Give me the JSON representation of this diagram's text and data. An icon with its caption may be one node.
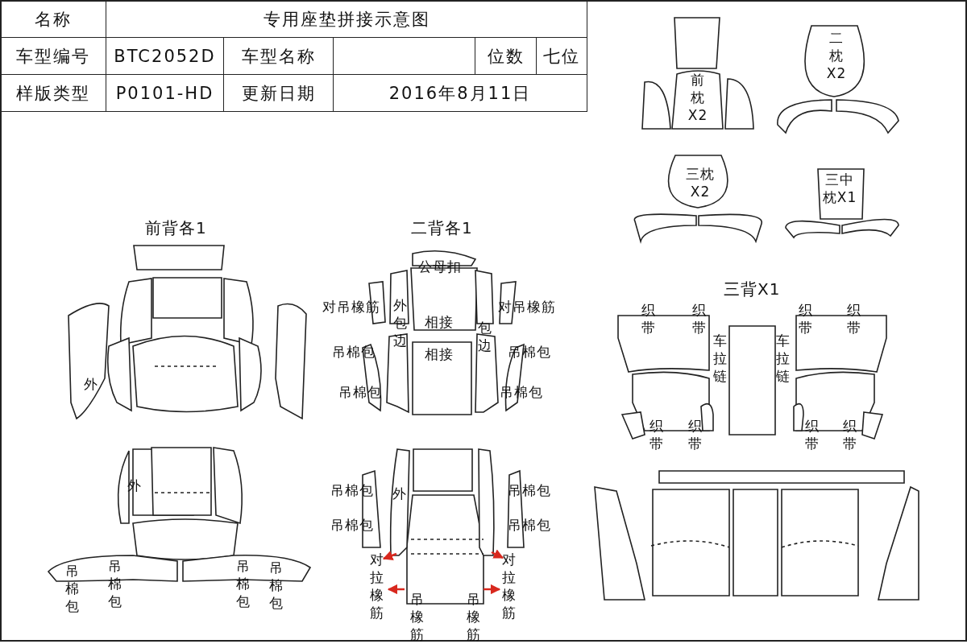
{
  "diagram": {
    "labels": [
      "名称",
      "专用座垫拼接示意图",
      "车型编号",
      "BTC2052D",
      "车型名称",
      "位数",
      "七位",
      "样版类型",
      "P0101-HD",
      "更新日期",
      "2016年8月11日",
      "前枕X2",
      "二枕X2",
      "三枕X2",
      "三中枕X1",
      "前背各1",
      "二背各1",
      "三背X1",
      "外",
      "公母扣",
      "对吊橡筋",
      "外包边",
      "相接",
      "对吊橡筋",
      "包边",
      "吊棉包",
      "相接",
      "吊棉包",
      "吊棉包",
      "吊棉包",
      "织带",
      "织带",
      "织带",
      "织带",
      "车拉链",
      "车拉链",
      "织带",
      "织带",
      "织带",
      "织带",
      "外",
      "吊棉包",
      "吊棉包",
      "吊棉包",
      "吊棉包",
      "吊棉包",
      "外",
      "吊棉包",
      "吊棉包",
      "吊棉包",
      "对拉橡筋",
      "对拉橡筋",
      "吊橡筋",
      "吊橡筋"
    ]
  }
}
